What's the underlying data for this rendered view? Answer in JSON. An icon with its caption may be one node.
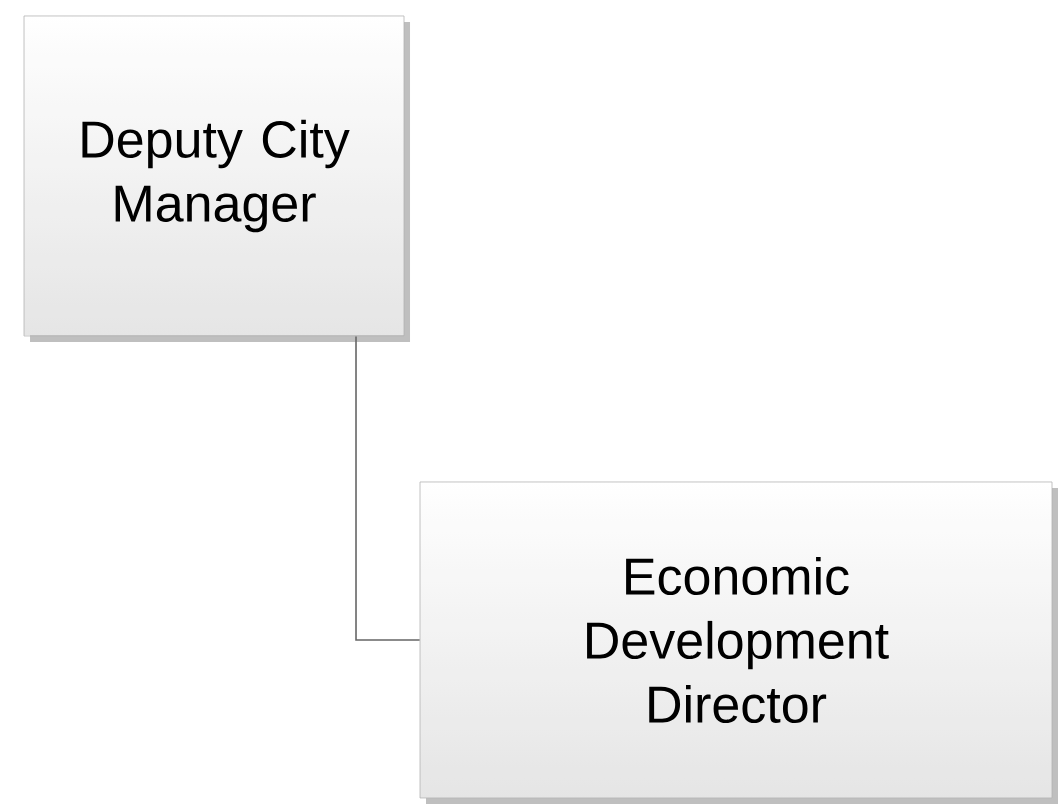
{
  "diagram": {
    "nodes": [
      {
        "text": [
          "Deputy City Manager"
        ]
      },
      {
        "text": [
          "Economic Development Director"
        ]
      }
    ],
    "edges": [
      {
        "from": 0,
        "to": 1,
        "arrow": "none"
      }
    ]
  }
}
